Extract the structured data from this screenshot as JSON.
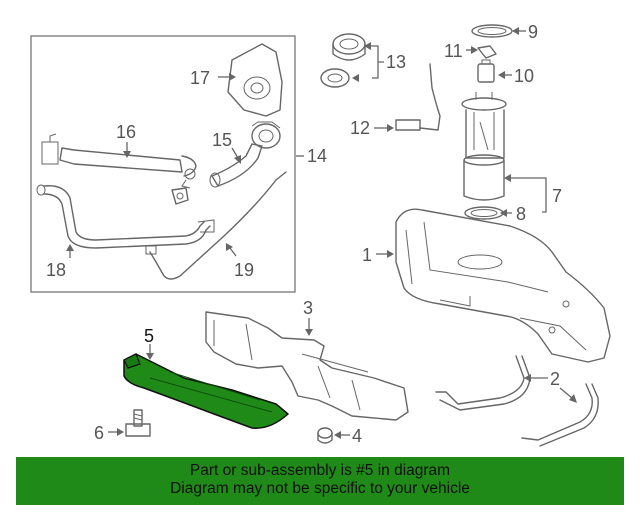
{
  "callouts": {
    "c1": "1",
    "c2": "2",
    "c3": "3",
    "c4": "4",
    "c5": "5",
    "c6": "6",
    "c7": "7",
    "c8": "8",
    "c9": "9",
    "c10": "10",
    "c11": "11",
    "c12": "12",
    "c13": "13",
    "c14": "14",
    "c15": "15",
    "c16": "16",
    "c17": "17",
    "c18": "18",
    "c19": "19"
  },
  "highlighted_part": "5",
  "colors": {
    "banner": "#1f8a18",
    "highlight": "#1f8a18",
    "lines": "#666666"
  },
  "banner": {
    "line1": "Part or sub-assembly is #5 in diagram",
    "line2": "Diagram may not be specific to your vehicle"
  }
}
